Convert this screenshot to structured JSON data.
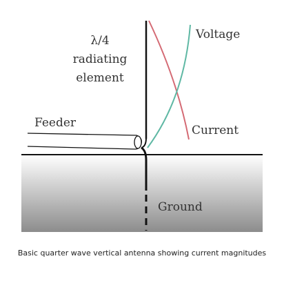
{
  "diagram": {
    "element_label_line1": "λ/4",
    "element_label_line2": "radiating",
    "element_label_line3": "element",
    "voltage_label": "Voltage",
    "current_label": "Current",
    "feeder_label": "Feeder",
    "ground_label": "Ground",
    "caption": "Basic quarter wave vertical antenna showing current magnitudes",
    "colors": {
      "current_curve": "#d46a74",
      "voltage_curve": "#5fb8a4",
      "antenna": "#111111",
      "ground_top": "#ffffff",
      "ground_bottom": "#8c8c8c"
    }
  }
}
